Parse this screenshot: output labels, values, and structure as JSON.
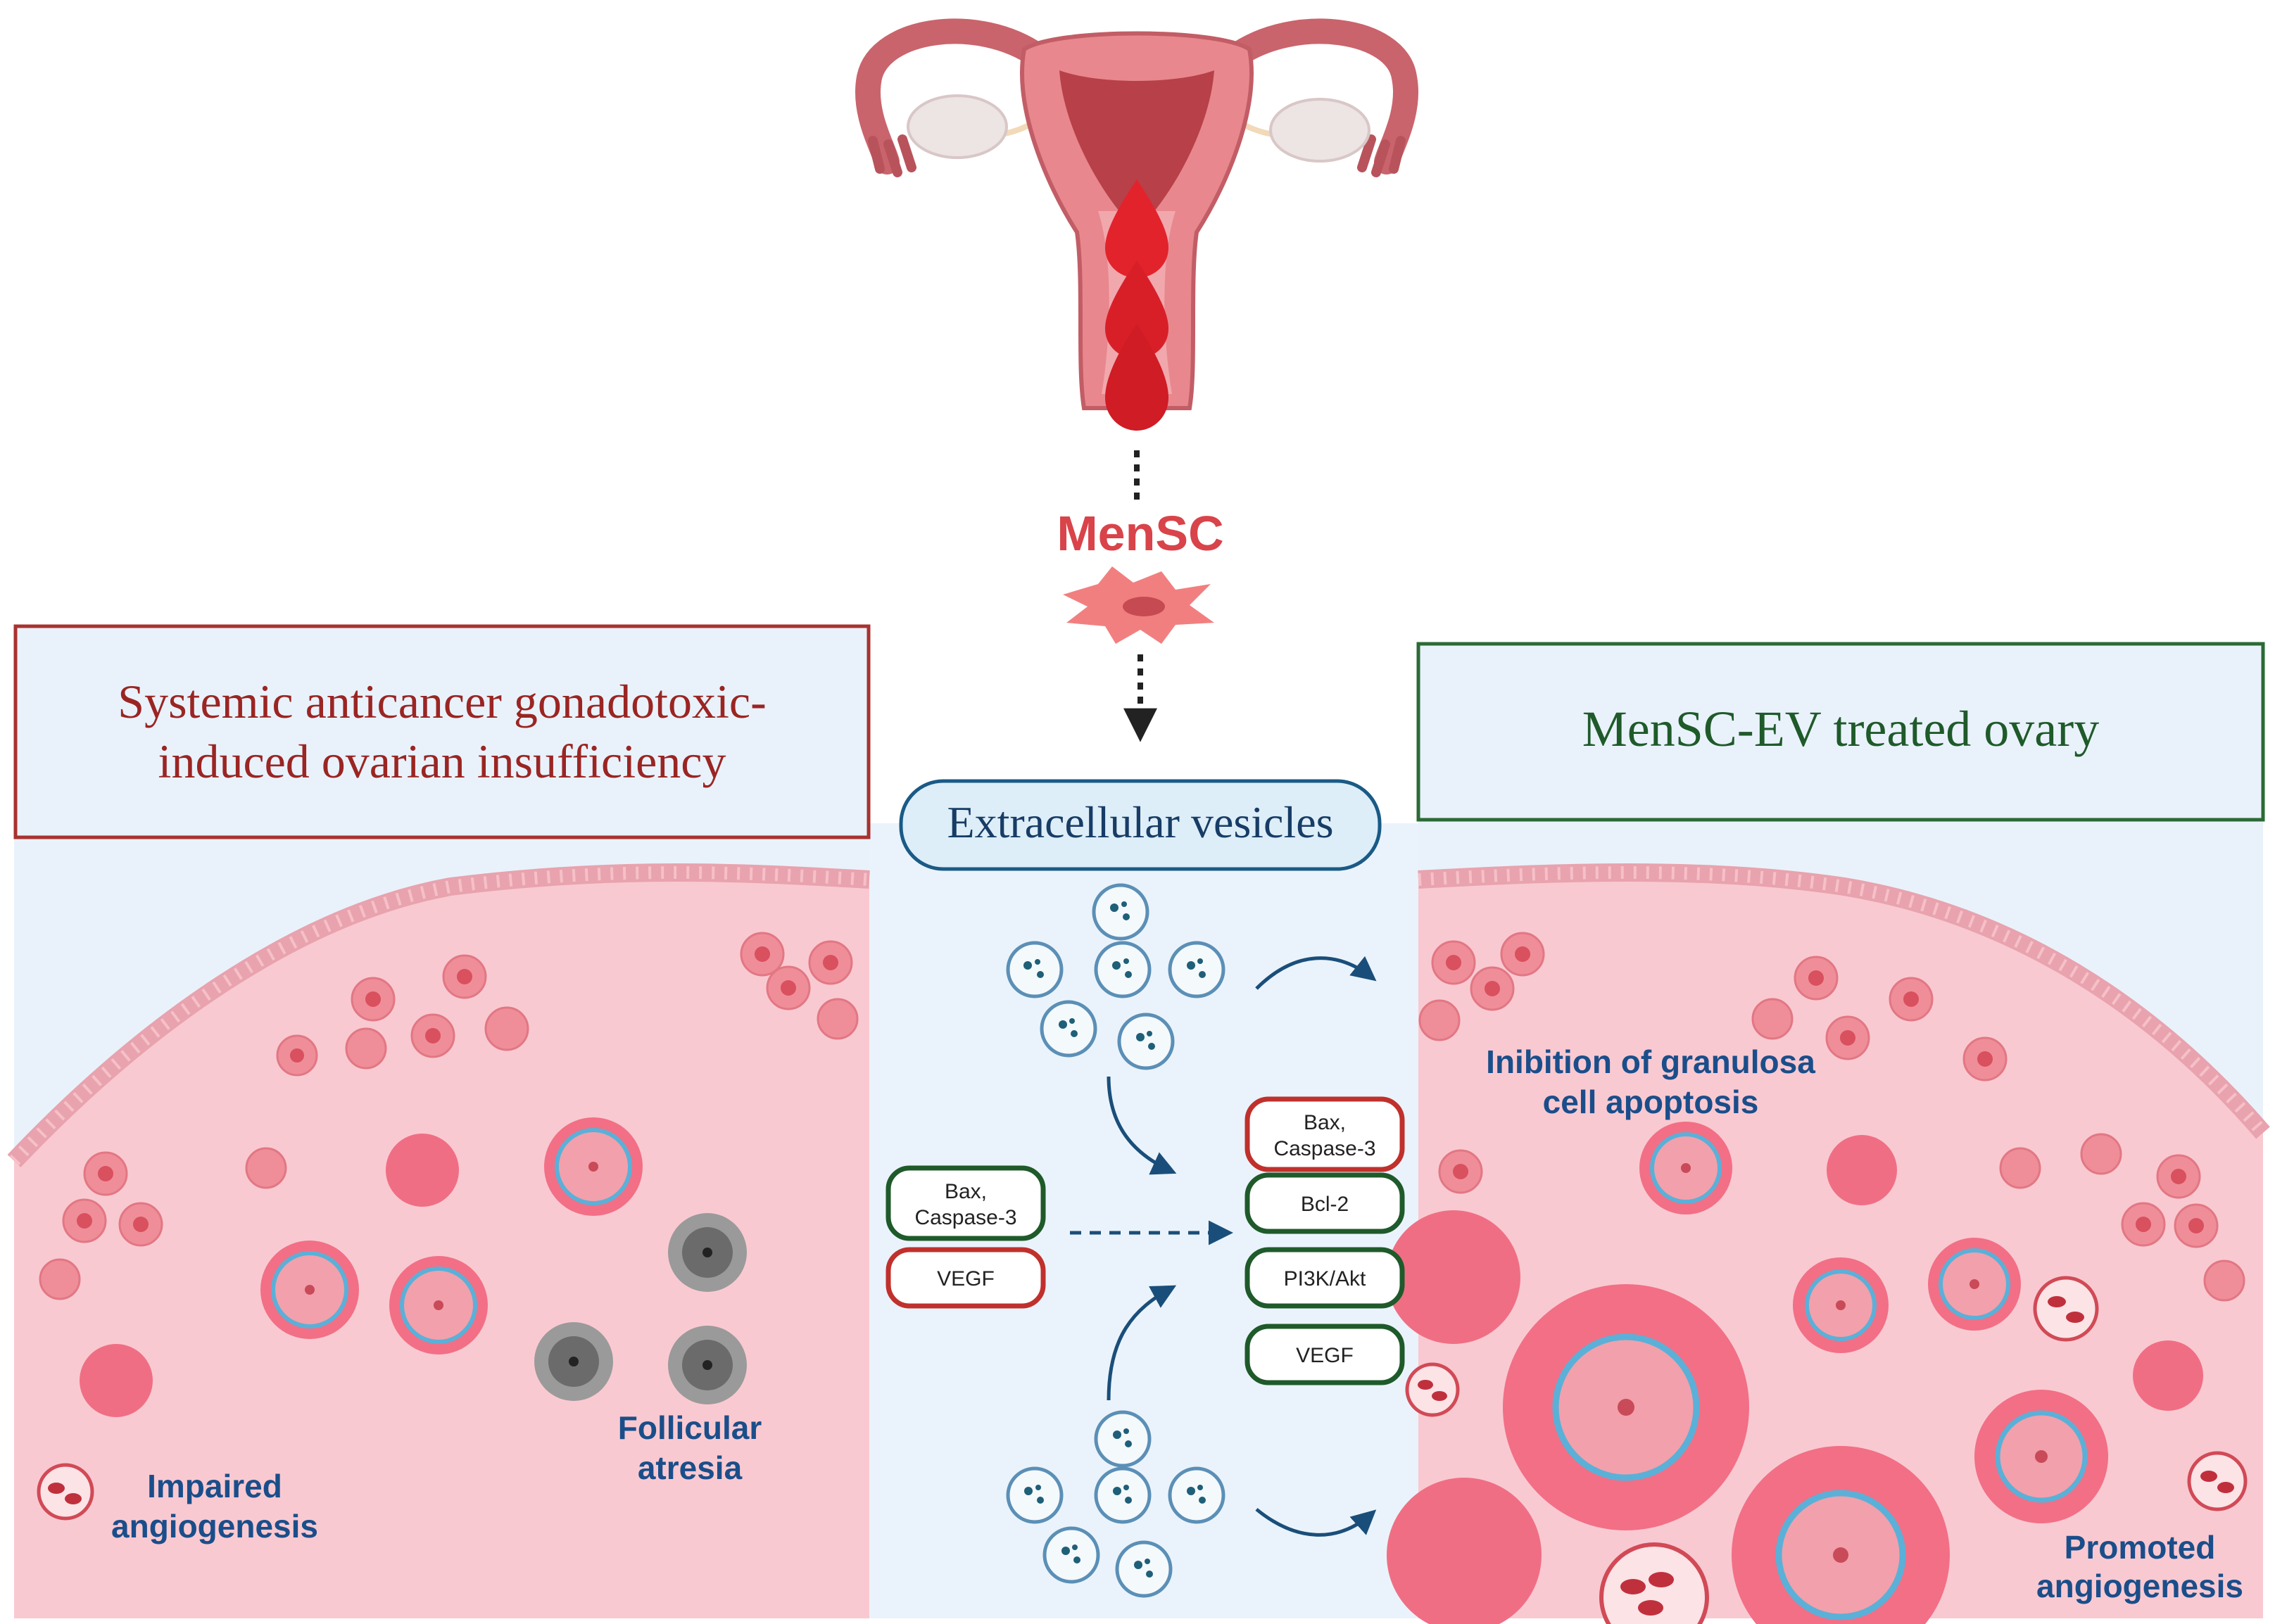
{
  "source_label": "MenSC",
  "left_panel": {
    "title_line1": "Systemic anticancer gonadotoxic-",
    "title_line2": "induced ovarian insufficiency",
    "label_atresia_1": "Follicular",
    "label_atresia_2": "atresia",
    "label_angio_1": "Impaired",
    "label_angio_2": "angiogenesis"
  },
  "center": {
    "title": "Extracellular vesicles",
    "left_boxes": [
      {
        "line1": "Bax,",
        "line2": "Caspase-3"
      },
      {
        "line1": "VEGF",
        "line2": ""
      }
    ],
    "right_boxes": [
      {
        "line1": "Bax,",
        "line2": "Caspase-3"
      },
      {
        "line1": "Bcl-2",
        "line2": ""
      },
      {
        "line1": "PI3K/Akt",
        "line2": ""
      },
      {
        "line1": "VEGF",
        "line2": ""
      }
    ]
  },
  "right_panel": {
    "title": "MenSC-EV treated ovary",
    "label_inhib_1": "Inibition of granulosa",
    "label_inhib_2": "cell apoptosis",
    "label_promo_1": "Promoted",
    "label_promo_2": "angiogenesis"
  },
  "colors": {
    "down_red": "#c0302c",
    "up_green": "#1f5a2a",
    "label_blue": "#1a4e8a",
    "tissue_pink": "#f9c9d1",
    "panel_blue": "#eaf3fb"
  }
}
